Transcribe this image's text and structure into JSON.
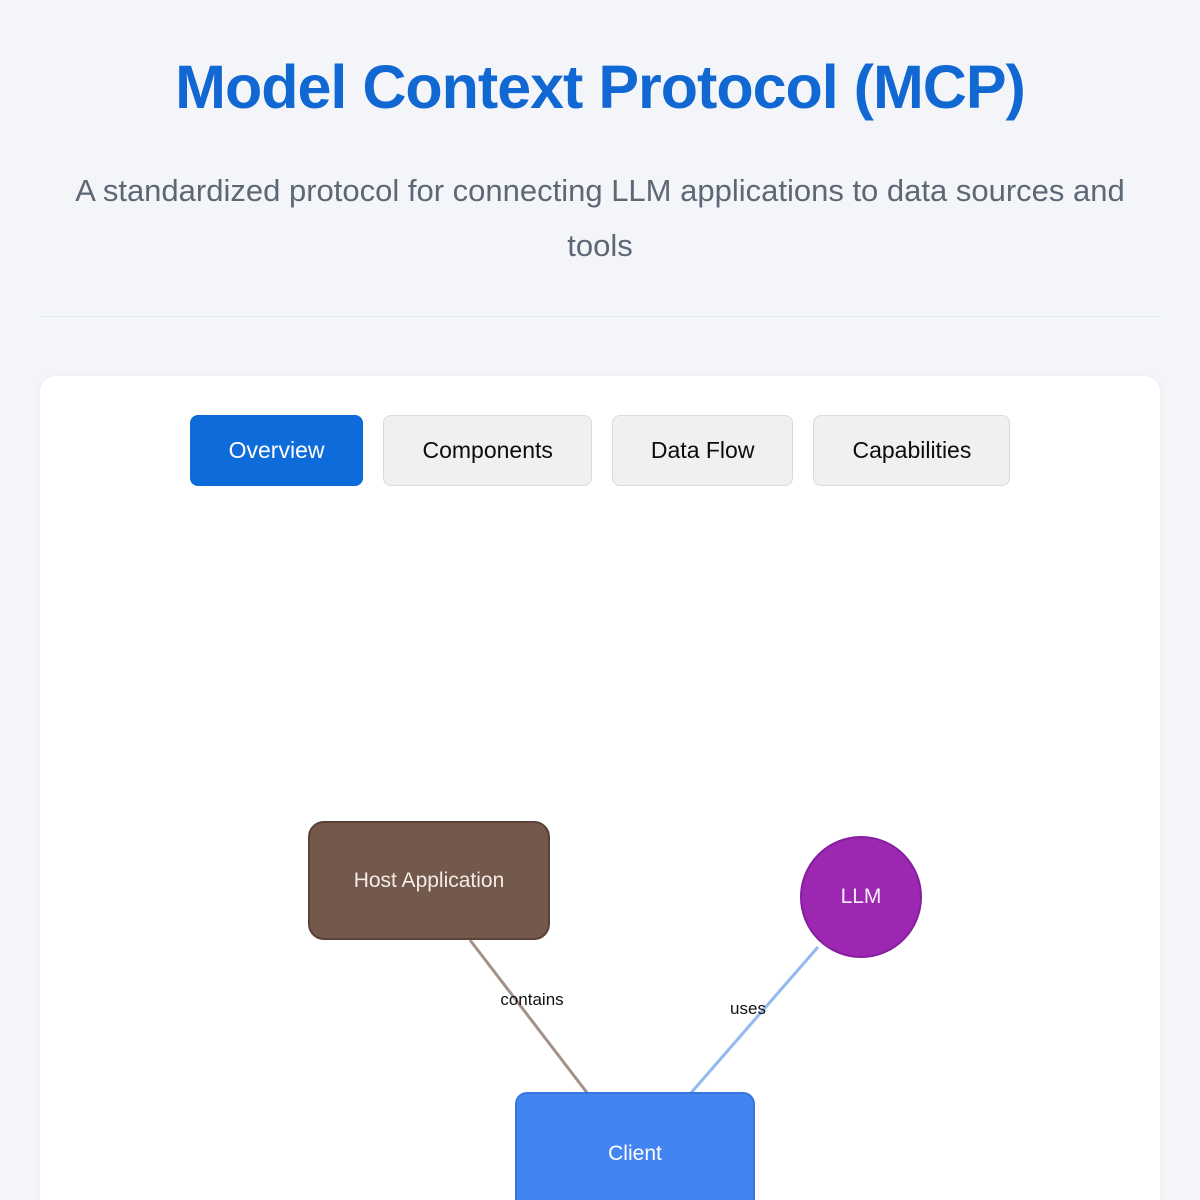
{
  "header": {
    "title": "Model Context Protocol (MCP)",
    "subtitle": "A standardized protocol for connecting LLM applications to data sources and tools"
  },
  "tabs": [
    {
      "label": "Overview",
      "active": true
    },
    {
      "label": "Components",
      "active": false
    },
    {
      "label": "Data Flow",
      "active": false
    },
    {
      "label": "Capabilities",
      "active": false
    }
  ],
  "diagram": {
    "nodes": [
      {
        "id": "host",
        "label": "Host Application",
        "shape": "box",
        "color": "#73594b",
        "border_color": "#5a4037",
        "text_color": "#f3ebe6"
      },
      {
        "id": "llm",
        "label": "LLM",
        "shape": "circle",
        "color": "#9c27b0",
        "border_color": "#871ea0",
        "text_color": "#f8ecfa"
      },
      {
        "id": "client",
        "label": "Client",
        "shape": "box",
        "color": "#4384f3",
        "border_color": "#3b74dd",
        "text_color": "#ffffff"
      }
    ],
    "edges": [
      {
        "from": "host",
        "to": "client",
        "label": "contains",
        "color": "#a4918a"
      },
      {
        "from": "llm",
        "to": "client",
        "label": "uses",
        "color": "#92b9f1"
      }
    ]
  },
  "colors": {
    "page_background": "#f4f5f9",
    "card_background": "#ffffff",
    "title_accent": "#1268d3",
    "subtitle_text": "#5d6876",
    "active_tab": "#0d6cd9",
    "inactive_tab": "#f0f0f1",
    "divider": "#e3e5ec",
    "edge_label_text": "#111111"
  }
}
